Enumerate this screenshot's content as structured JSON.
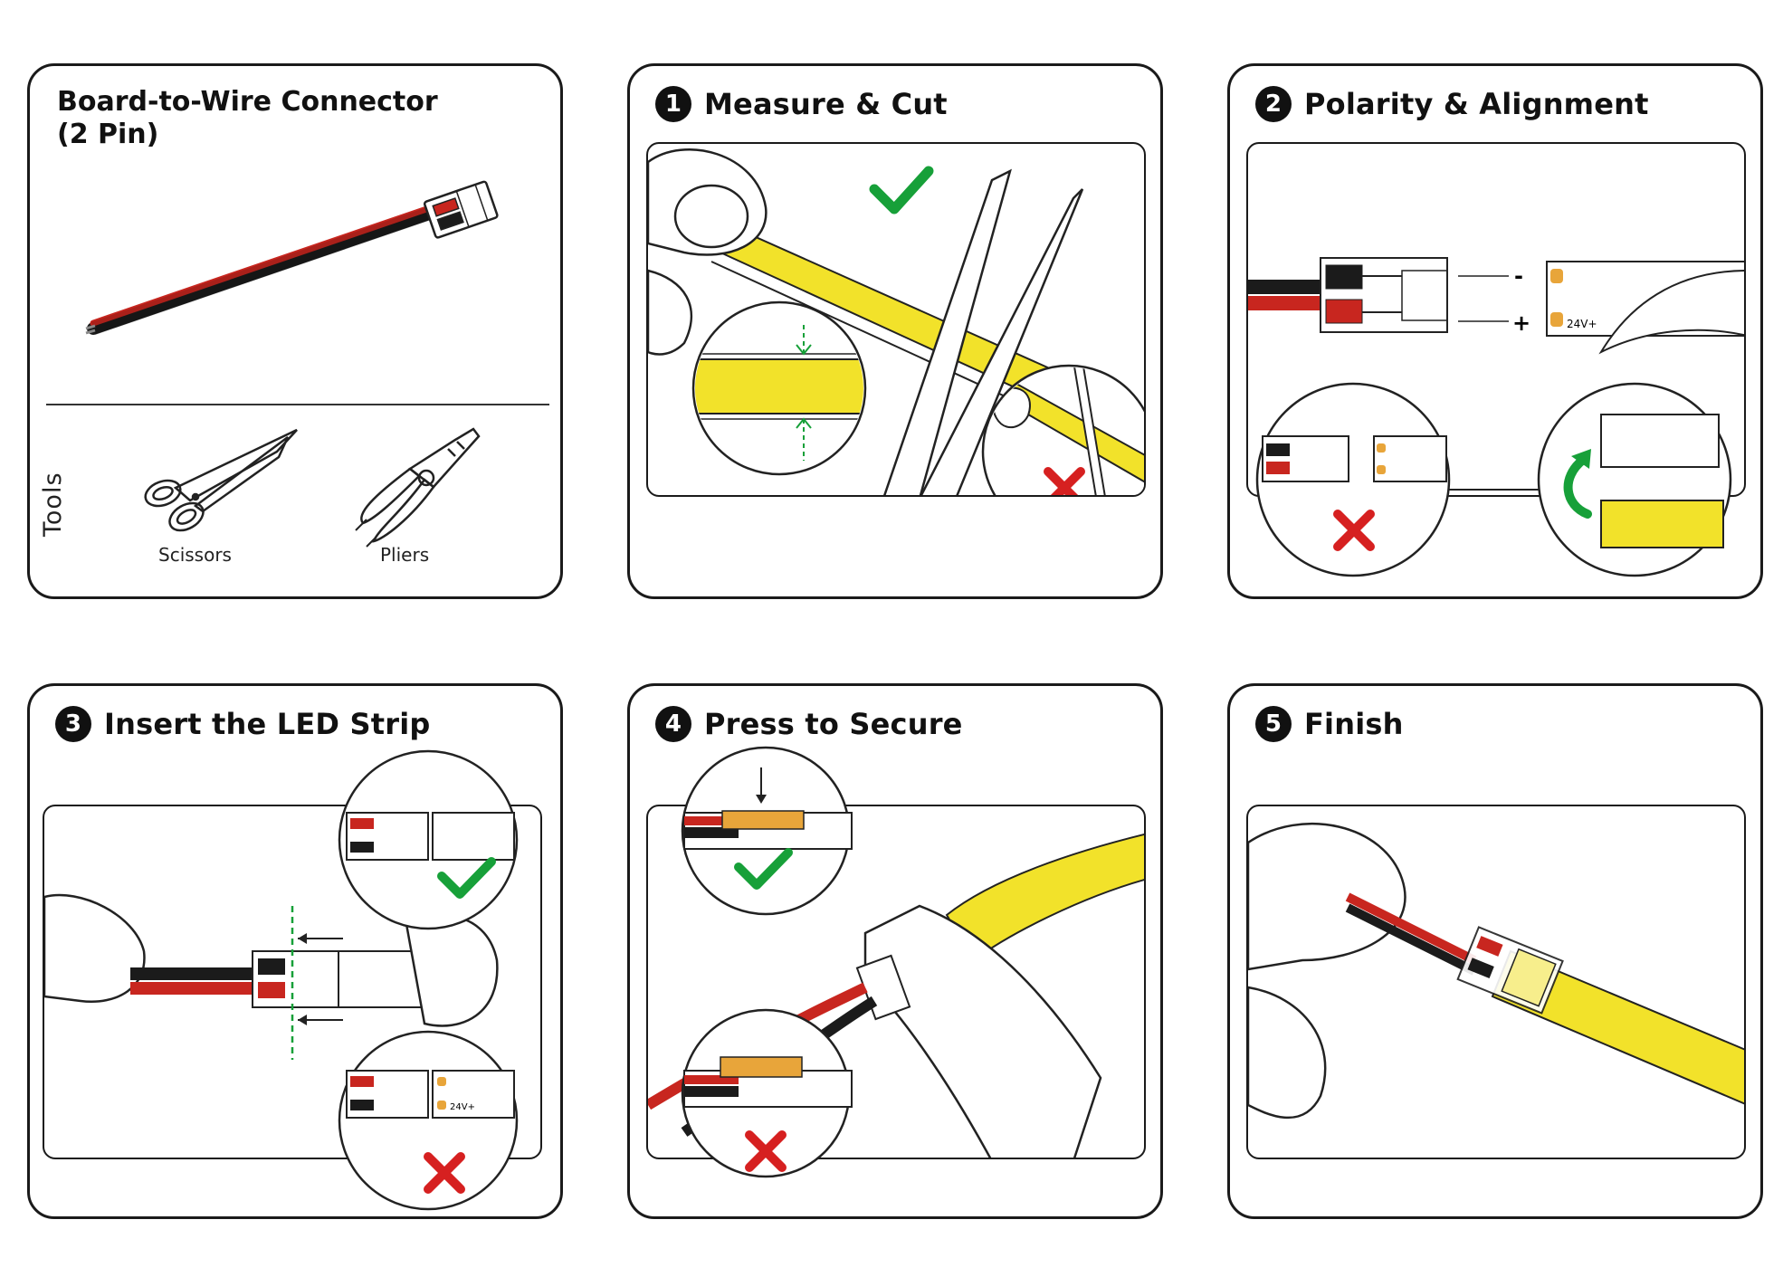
{
  "connector_card": {
    "title_line1": "Board-to-Wire Connector",
    "title_line2": "(2 Pin)",
    "tools_label": "Tools",
    "tools": [
      "Scissors",
      "Pliers"
    ]
  },
  "steps": [
    {
      "number": "1",
      "title": "Measure & Cut"
    },
    {
      "number": "2",
      "title": "Polarity & Alignment",
      "minus": "-",
      "plus": "+",
      "voltage": "24V+"
    },
    {
      "number": "3",
      "title": "Insert the LED Strip",
      "voltage": "24V+"
    },
    {
      "number": "4",
      "title": "Press to Secure"
    },
    {
      "number": "5",
      "title": "Finish"
    }
  ],
  "colors": {
    "led_yellow": "#f2e22a",
    "wire_red": "#c8261f",
    "wire_black": "#1b1b1b",
    "check_green": "#17a039",
    "cross_red": "#d62020",
    "pad_orange": "#e8a53a"
  }
}
